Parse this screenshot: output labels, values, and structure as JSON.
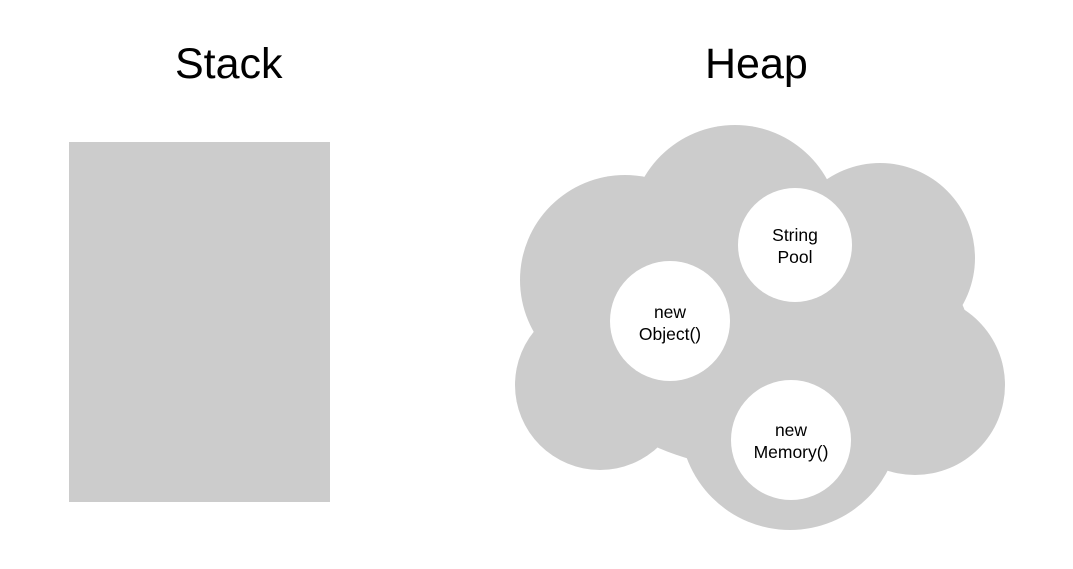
{
  "stack": {
    "title": "Stack"
  },
  "heap": {
    "title": "Heap",
    "regions": [
      {
        "line1": "String",
        "line2": "Pool"
      },
      {
        "line1": "new",
        "line2": "Object()"
      },
      {
        "line1": "new",
        "line2": "Memory()"
      }
    ]
  },
  "colors": {
    "fill": "#cccccc",
    "circle": "#ffffff",
    "text": "#000000"
  }
}
